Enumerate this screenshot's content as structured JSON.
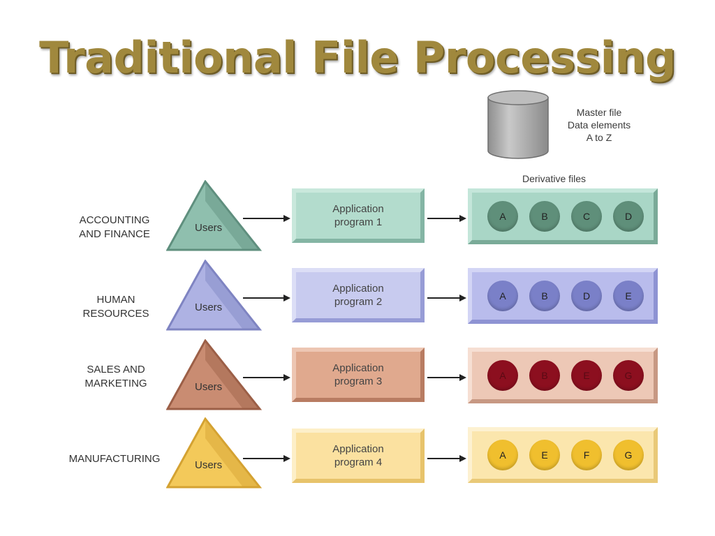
{
  "title": "Traditional File Processing",
  "master": {
    "line1": "Master file",
    "line2": "Data elements",
    "line3": "A to Z"
  },
  "derivative_label": "Derivative files",
  "rows": [
    {
      "dept_line1": "ACCOUNTING",
      "dept_line2": "AND FINANCE",
      "users": "Users",
      "app_line1": "Application",
      "app_line2": "program 1",
      "files": [
        "A",
        "B",
        "C",
        "D"
      ],
      "colors": {
        "tri": "#8fbfae",
        "tri_edge": "#5f8f7e",
        "app": "#b3dccd",
        "app_edge": "#84b5a4",
        "box": "#a9d6c6",
        "box_edge": "#7aaa98",
        "circle": "#5f8f7a"
      }
    },
    {
      "dept_line1": "HUMAN",
      "dept_line2": "RESOURCES",
      "users": "Users",
      "app_line1": "Application",
      "app_line2": "program 2",
      "files": [
        "A",
        "B",
        "D",
        "E"
      ],
      "colors": {
        "tri": "#aeb2e3",
        "tri_edge": "#7f84c2",
        "app": "#c8cbef",
        "app_edge": "#979cd6",
        "box": "#b9bcec",
        "box_edge": "#8e93d3",
        "circle": "#7a80c8"
      }
    },
    {
      "dept_line1": "SALES AND",
      "dept_line2": "MARKETING",
      "users": "Users",
      "app_line1": "Application",
      "app_line2": "program 3",
      "files": [
        "A",
        "B",
        "E",
        "G"
      ],
      "colors": {
        "tri": "#c98c72",
        "tri_edge": "#9c5f47",
        "app": "#e0a98e",
        "app_edge": "#b87c62",
        "box": "#edc8b6",
        "box_edge": "#c79883",
        "circle": "#8c0f1f"
      }
    },
    {
      "dept_line1": "MANUFACTURING",
      "dept_line2": "",
      "users": "Users",
      "app_line1": "Application",
      "app_line2": "program 4",
      "files": [
        "A",
        "E",
        "F",
        "G"
      ],
      "colors": {
        "tri": "#f3c95a",
        "tri_edge": "#d4a232",
        "app": "#fbe1a0",
        "app_edge": "#e7c36b",
        "box": "#fbe6ad",
        "box_edge": "#e9c978",
        "circle": "#f0bf2e"
      }
    }
  ]
}
